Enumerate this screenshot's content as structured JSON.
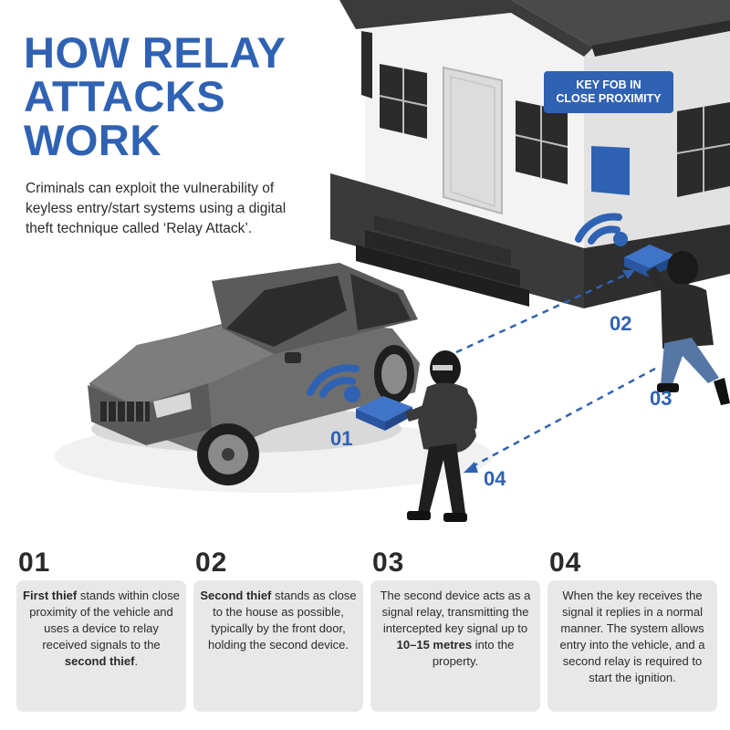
{
  "title_lines": [
    "HOW RELAY",
    "ATTACKS",
    "WORK"
  ],
  "intro": "Criminals can exploit the vulnerability of keyless entry/start systems using a digital theft technique called ‘Relay Attack’.",
  "fob_label_lines": [
    "KEY FOB IN",
    "CLOSE PROXIMITY"
  ],
  "scene_steps": [
    "01",
    "02",
    "03",
    "04"
  ],
  "steps": [
    {
      "number": "01",
      "p1": "First thief",
      "p2": " stands within close proximity of the vehicle and uses a device to relay received signals to the ",
      "p3": "second thief",
      "p4": "."
    },
    {
      "number": "02",
      "p1": "Second thief",
      "p2": " stands as close to the house as possible, typically by the front door, holding the second device."
    },
    {
      "number": "03",
      "p1": "The second device acts as a signal relay, transmitting the intercepted key signal up to ",
      "p2": "10–15 metres",
      "p3": " into the property."
    },
    {
      "number": "04",
      "p1": "When the key receives the signal it replies in a normal manner. The system allows entry into the vehicle, and a second relay is required to start the ignition."
    }
  ],
  "colors": {
    "accent": "#2f62b3",
    "card_bg": "#e8e8e8",
    "text": "#2a2a2a"
  }
}
